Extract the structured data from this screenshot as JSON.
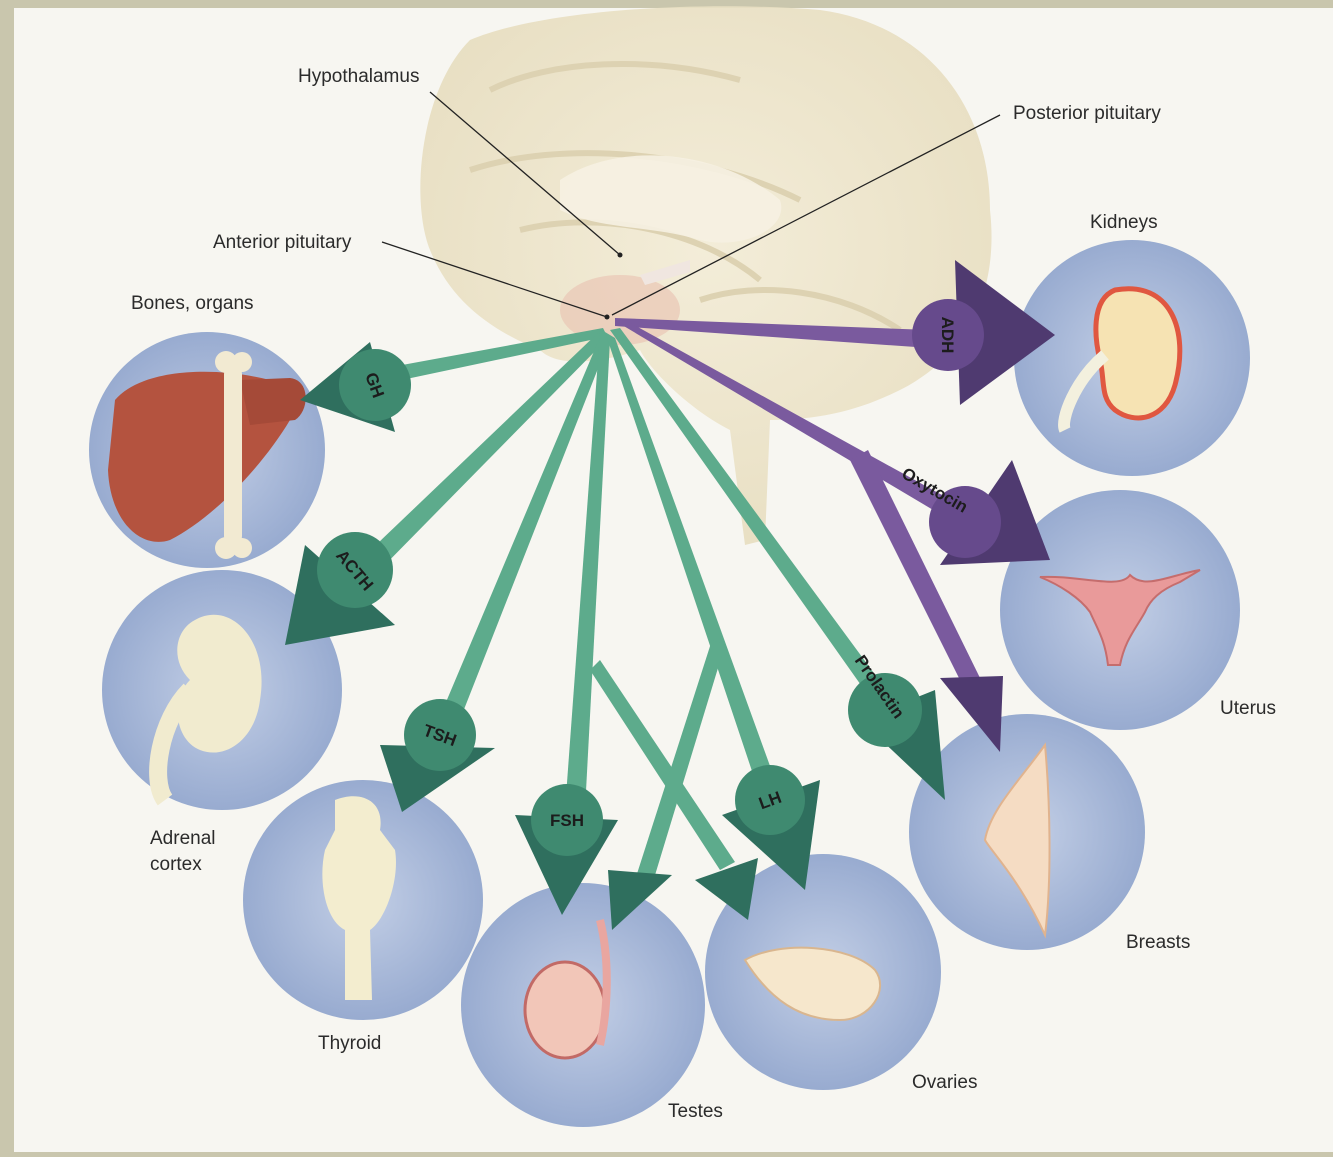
{
  "labels": {
    "hypothalamus": "Hypothalamus",
    "posterior_pituitary": "Posterior pituitary",
    "anterior_pituitary": "Anterior pituitary",
    "bones_organs": "Bones, organs",
    "adrenal_line1": "Adrenal",
    "adrenal_line2": "cortex",
    "thyroid": "Thyroid",
    "testes": "Testes",
    "ovaries": "Ovaries",
    "breasts": "Breasts",
    "uterus": "Uterus",
    "kidneys": "Kidneys"
  },
  "hormones": {
    "gh": "GH",
    "acth": "ACTH",
    "tsh": "TSH",
    "fsh": "FSH",
    "lh": "LH",
    "prolactin": "Prolactin",
    "oxytocin": "Oxytocin",
    "adh": "ADH"
  },
  "colors": {
    "background": "#c9c6ad",
    "page": "#f7f6f1",
    "anterior_arrow": "#5dab8c",
    "anterior_arrow_dark": "#2f6f5e",
    "posterior_arrow": "#7a5a9e",
    "posterior_arrow_dark": "#4f3a70",
    "organ_circle": "#a9b9d8"
  }
}
